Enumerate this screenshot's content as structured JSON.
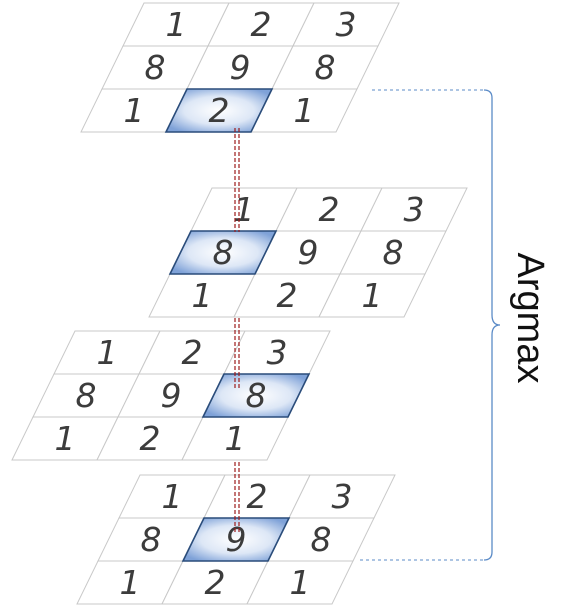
{
  "layers": [
    {
      "values": [
        [
          1,
          2,
          3
        ],
        [
          8,
          9,
          8
        ],
        [
          1,
          2,
          1
        ]
      ],
      "highlight": [
        2,
        1
      ]
    },
    {
      "values": [
        [
          1,
          2,
          3
        ],
        [
          8,
          9,
          8
        ],
        [
          1,
          2,
          1
        ]
      ],
      "highlight": [
        1,
        0
      ]
    },
    {
      "values": [
        [
          1,
          2,
          3
        ],
        [
          8,
          9,
          8
        ],
        [
          1,
          2,
          1
        ]
      ],
      "highlight": [
        1,
        2
      ]
    },
    {
      "values": [
        [
          1,
          2,
          3
        ],
        [
          8,
          9,
          8
        ],
        [
          1,
          2,
          1
        ]
      ],
      "highlight": [
        1,
        1
      ]
    }
  ],
  "argmax_label": "Argmax",
  "colors": {
    "highlight_center": "#ffffff",
    "highlight_edge": "#7fa2d8",
    "connector": "#9c1c1c",
    "bracket": "#5b8bc7"
  }
}
